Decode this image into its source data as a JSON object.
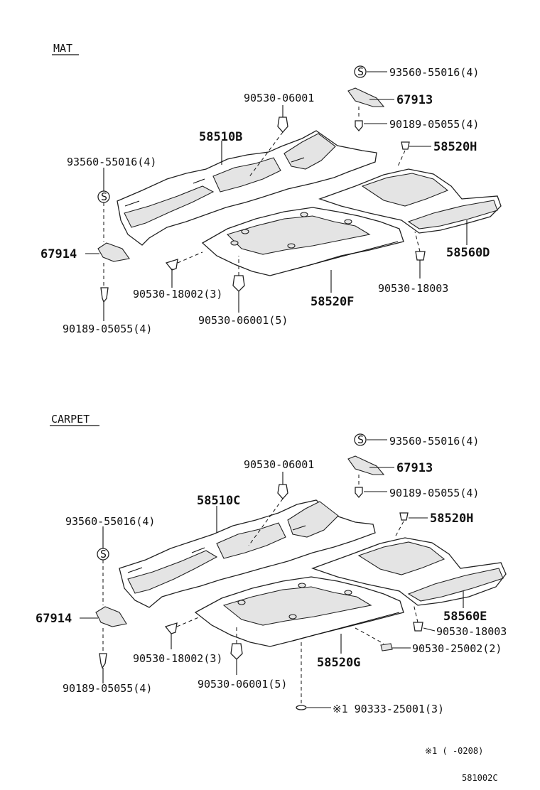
{
  "sections": {
    "mat": {
      "heading": "MAT",
      "callouts": {
        "p93560_top": "93560-55016(4)",
        "p67913": "67913",
        "p90189_top": "90189-05055(4)",
        "p58520H": "58520H",
        "p90530_06001_top": "90530-06001",
        "p58510": "58510B",
        "p93560_left": "93560-55016(4)",
        "p67914": "67914",
        "p90189_left": "90189-05055(4)",
        "p90530_18002": "90530-18002(3)",
        "p90530_06001_5": "90530-06001(5)",
        "p58520_main": "58520F",
        "p58560": "58560D",
        "p90530_18003": "90530-18003"
      }
    },
    "carpet": {
      "heading": "CARPET",
      "callouts": {
        "p93560_top": "93560-55016(4)",
        "p67913": "67913",
        "p90189_top": "90189-05055(4)",
        "p58520H": "58520H",
        "p90530_06001_top": "90530-06001",
        "p58510": "58510C",
        "p93560_left": "93560-55016(4)",
        "p67914": "67914",
        "p90189_left": "90189-05055(4)",
        "p90530_18002": "90530-18002(3)",
        "p90530_06001_5": "90530-06001(5)",
        "p58520_main": "58520G",
        "p58560": "58560E",
        "p90530_18003": "90530-18003",
        "p90530_25002": "90530-25002(2)",
        "p90333": "※1 90333-25001(3)"
      }
    }
  },
  "footnote": "※1 (     -0208)",
  "figure_code": "581002C",
  "screw_symbol": "S"
}
